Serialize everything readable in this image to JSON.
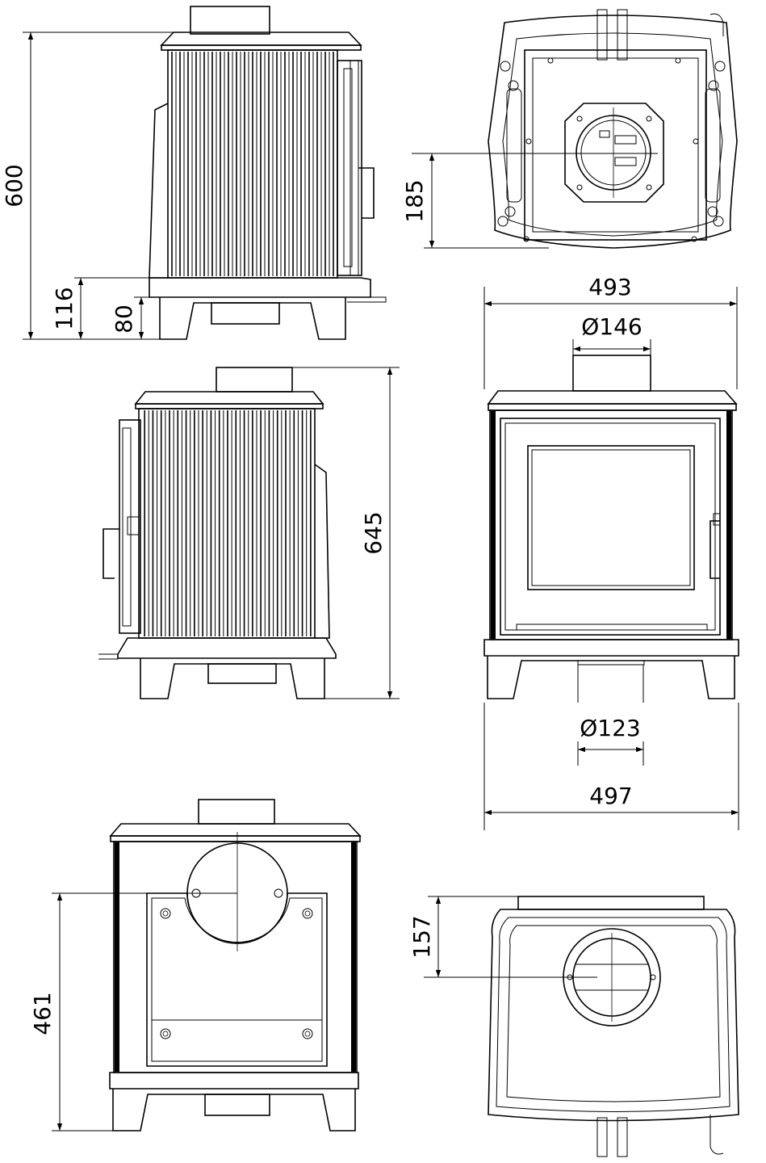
{
  "dimensions": {
    "height_total": "600",
    "height_flue": "116",
    "height_legs": "80",
    "top_offset": "185",
    "width_top": "493",
    "flue_top_dia": "Ø146",
    "flue_rear_dia": "Ø123",
    "width_base": "497",
    "height_side": "645",
    "rear_height": "461",
    "bottom_offset": "157"
  },
  "colors": {
    "line": "#000000",
    "background": "#ffffff"
  },
  "icons": [
    "arrow-head"
  ]
}
